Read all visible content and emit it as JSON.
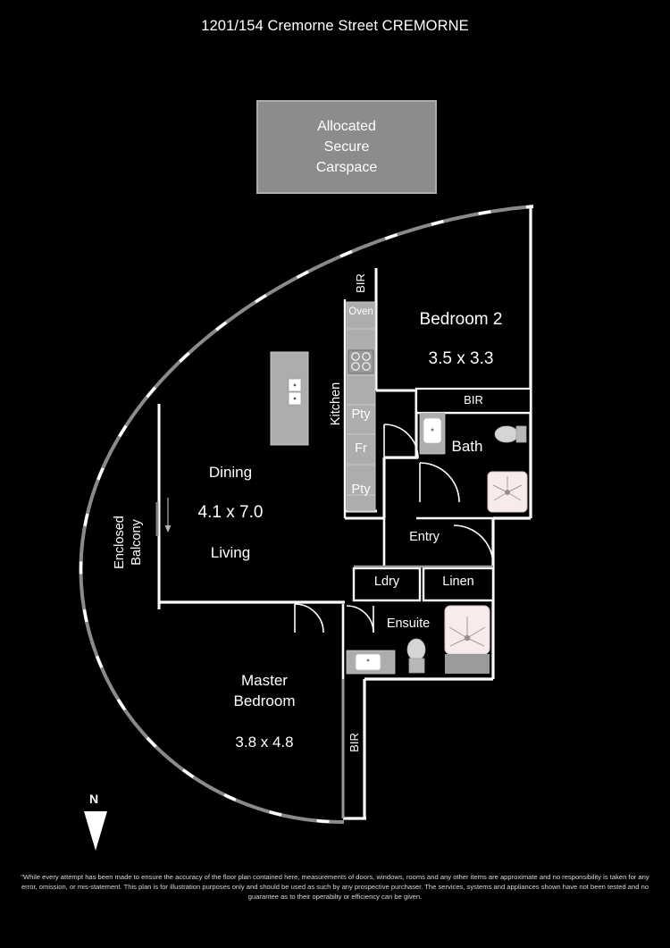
{
  "title": "1201/154 Cremorne Street CREMORNE",
  "carspace": {
    "label": "Allocated\nSecure\nCarspace"
  },
  "rooms": {
    "bedroom2": {
      "name": "Bedroom 2",
      "dims": "3.5 x 3.3"
    },
    "bath": {
      "name": "Bath"
    },
    "kitchen": {
      "name": "Kitchen"
    },
    "dining": {
      "name": "Dining"
    },
    "living": {
      "name": "Living"
    },
    "living_dims": "4.1 x 7.0",
    "balcony": {
      "name": "Enclosed\nBalcony"
    },
    "entry": {
      "name": "Entry"
    },
    "laundry": {
      "name": "Ldry"
    },
    "linen": {
      "name": "Linen"
    },
    "ensuite": {
      "name": "Ensuite"
    },
    "master": {
      "name": "Master\nBedroom",
      "dims": "3.8 x 4.8"
    }
  },
  "storage": {
    "bir_kitchen": "BIR",
    "bir_bedroom2": "BIR",
    "bir_master": "BIR"
  },
  "appliances": {
    "oven": "Oven",
    "pantry_upper": "Pty",
    "fridge": "Fr",
    "pantry_lower": "Pty"
  },
  "compass": {
    "north": "N"
  },
  "disclaimer": "\"While every attempt has been made to ensure the accuracy of the floor plan contained here, measurements of doors, windows, rooms and any other items are approximate and no responsibility is taken for any error, omission, or mis-statement. This plan is for illustration purposes only and should be used as such by any prospective purchaser. The services, systems and appliances shown have not been tested and no guarantee as to their operabilty or efficiency can be given.",
  "colors": {
    "background": "#000000",
    "wall": "#ffffff",
    "cabinet": "#adadad",
    "carspace_fill": "#8c8c8c",
    "carspace_border": "#adadad",
    "shower_fill": "#f7ebeb",
    "window_curve": "#8a8a8a"
  }
}
